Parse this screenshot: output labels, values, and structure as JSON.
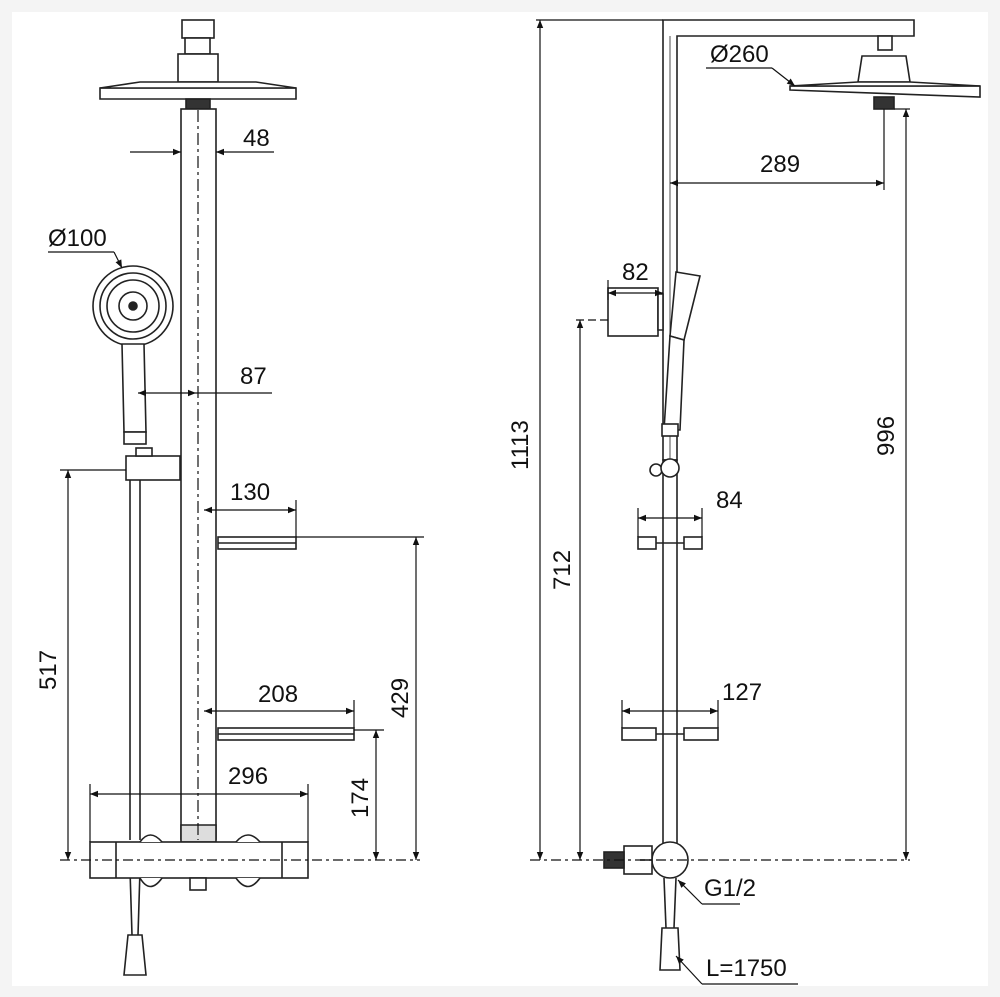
{
  "drawing": {
    "front_view": {
      "head_diameter": "Ø100",
      "rail_width": "48",
      "handshower_offset": "87",
      "shelf_top_width": "130",
      "shelf_bottom_width": "208",
      "mixer_width": "296",
      "holder_height": "517",
      "shelf_top_height": "429",
      "shelf_bottom_height": "174"
    },
    "side_view": {
      "overhead_diameter": "Ø260",
      "arm_reach": "289",
      "holder_depth": "82",
      "shelf_top_depth": "84",
      "shelf_bottom_depth": "127",
      "total_height": "1113",
      "holder_height": "712",
      "overhead_height": "996",
      "connection": "G1/2",
      "hose_length": "L=1750"
    }
  }
}
